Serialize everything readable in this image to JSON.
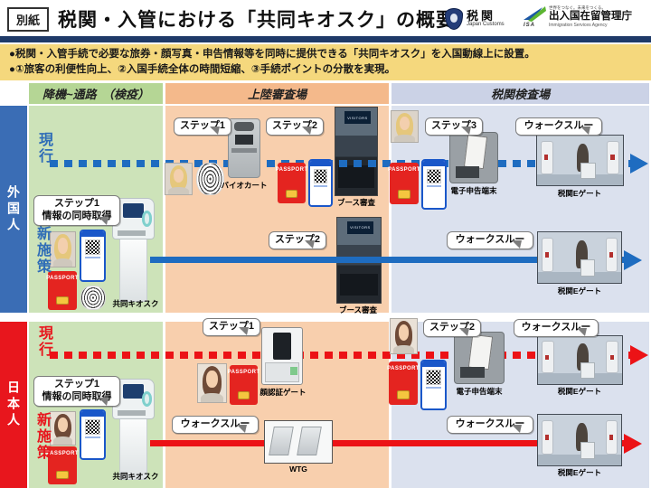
{
  "colors": {
    "navy_bar": "#1f3a68",
    "banner_yellow": "#f5d87d",
    "zone_green": "#cde3b9",
    "zone_orange": "#f8cfad",
    "zone_lavender": "#dbe1ee",
    "foreigner_blue": "#3a6db5",
    "japanese_red": "#e8161d",
    "flow_blue": "#1e6cc0",
    "flow_red": "#ec1216"
  },
  "header": {
    "tag": "別紙",
    "title": "税関・入管における「共同キオスク」の概要",
    "customs": {
      "name": "税関",
      "sub": "Japan Customs"
    },
    "isa": {
      "slogan": "世界をつなぐ。未来をつくる。",
      "name": "出入国在留管理庁",
      "sub": "Immigration Services Agency",
      "abbr": "ISA"
    }
  },
  "summary": {
    "line1": "●税関・入管手続で必要な旅券・顔写真・申告情報等を同時に提供できる「共同キオスク」を入国動線上に設置。",
    "line2": "●①旅客の利便性向上、②入国手続全体の時間短縮、③手続ポイントの分散を実現。"
  },
  "zones": {
    "quarantine": "降機~通路　（検疫）",
    "immigration": "上陸審査場",
    "customs": "税関検査場"
  },
  "passport": "PASSPORT",
  "booth_sign": "VISITORS",
  "foreigner": {
    "label": "外国人",
    "current": {
      "label": "現行",
      "step1": "ステップ1",
      "biocart": "バイオカート",
      "step2": "ステップ2",
      "booth": "ブース審査",
      "step3": "ステップ3",
      "edecl": "電子申告端末",
      "walkthrough": "ウォークスルー",
      "egate": "税関Eゲート"
    },
    "new": {
      "label": "新施策",
      "step1_line1": "ステップ1",
      "step1_line2": "情報の同時取得",
      "kiosk": "共同キオスク",
      "step2": "ステップ2",
      "booth": "ブース審査",
      "walkthrough": "ウォークスルー",
      "egate": "税関Eゲート"
    }
  },
  "japanese": {
    "label": "日本人",
    "current": {
      "label": "現行",
      "step1": "ステップ1",
      "facegate": "顔認証ゲート",
      "step2": "ステップ2",
      "edecl": "電子申告端末",
      "walkthrough": "ウォークスルー",
      "egate": "税関Eゲート"
    },
    "new": {
      "label": "新施策",
      "step1_line1": "ステップ1",
      "step1_line2": "情報の同時取得",
      "kiosk": "共同キオスク",
      "walkthrough_wtg": "ウォークスルー",
      "wtg": "WTG",
      "walkthrough_egate": "ウォークスルー",
      "egate": "税関Eゲート"
    }
  }
}
